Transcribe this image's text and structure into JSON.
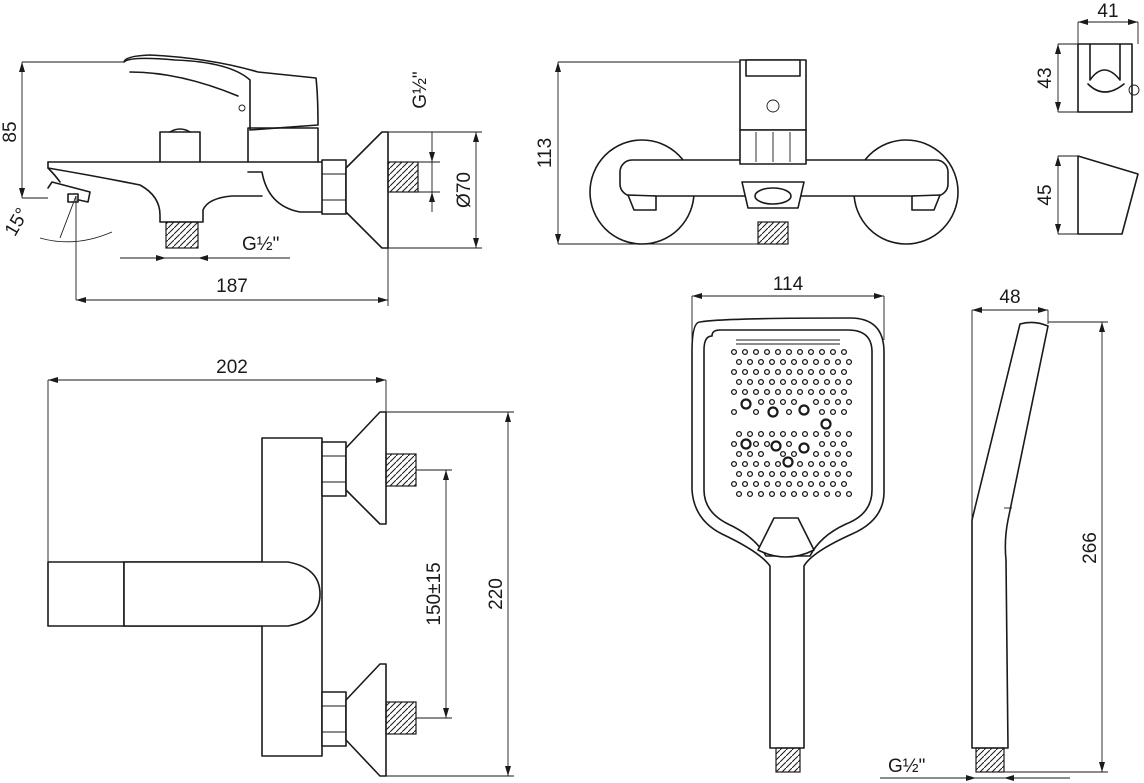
{
  "dimensions": {
    "side_height": "85",
    "thread_top": "G½\"",
    "flange_diameter": "Ø70",
    "spout_angle": "15°",
    "thread_bottom": "G½\"",
    "side_length": "187",
    "front_height": "113",
    "holder_width": "41",
    "holder_height_1": "43",
    "holder_height_2": "45",
    "top_depth": "202",
    "inlet_spacing": "150±15",
    "top_total": "220",
    "shower_width": "114",
    "shower_depth": "48",
    "shower_length": "266",
    "shower_thread": "G½\""
  }
}
